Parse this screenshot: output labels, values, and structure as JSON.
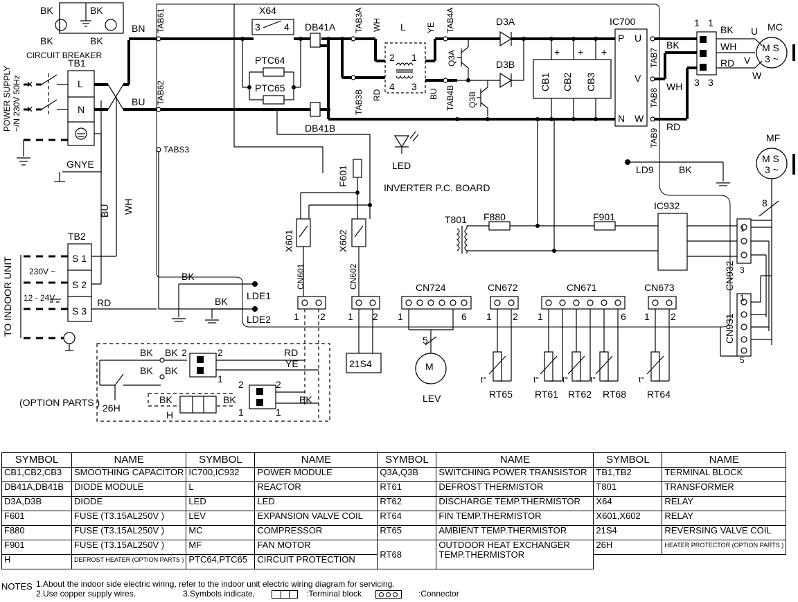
{
  "diagram": {
    "power": {
      "supply_label": "POWER SUPPLY",
      "supply_spec": "~/N 230V 50Hz",
      "breaker_label": "CIRCUIT BREAKER",
      "tb1": "TB1",
      "tb1_l": "L",
      "tb1_n": "N",
      "gnye": "GNYE",
      "bk": "BK",
      "bn": "BN",
      "bu": "BU",
      "wh": "WH"
    },
    "indoor": {
      "label": "TO INDOOR UNIT",
      "tb2": "TB2",
      "s1": "S 1",
      "s2": "S 2",
      "s3": "S 3",
      "v230": "230V ~",
      "v12": "12 - 24V",
      "rd": "RD"
    },
    "board": {
      "title": "INVERTER P.C.  BOARD",
      "tab61": "TAB61",
      "tab62": "TAB62",
      "tabs3": "TABS3",
      "x64": "X64",
      "x64_pin3": "3",
      "x64_pin4": "4",
      "ptc64": "PTC64",
      "ptc65": "PTC65",
      "db41a": "DB41A",
      "db41b": "DB41B",
      "tab3a": "TAB3A",
      "tab3b": "TAB3B",
      "tab4a": "TAB4A",
      "tab4b": "TAB4B",
      "wh": "WH",
      "rd": "RD",
      "ye": "YE",
      "bu": "BU",
      "reactor": "L",
      "pin1": "1",
      "pin2": "2",
      "pin3": "3",
      "pin4": "4",
      "q3a": "Q3A",
      "q3b": "Q3B",
      "d3a": "D3A",
      "d3b": "D3B",
      "cb1": "CB1",
      "cb2": "CB2",
      "cb3": "CB3",
      "plus": "+",
      "ic700": "IC700",
      "p": "P",
      "n": "N",
      "u": "U",
      "v": "V",
      "w": "W",
      "tab7": "TAB7",
      "tab8": "TAB8",
      "tab9": "TAB9",
      "led": "LED",
      "ld9": "LD9",
      "f601": "F601",
      "x601": "X601",
      "x602": "X602",
      "t801": "T801",
      "f880": "F880",
      "f901": "F901",
      "ic932": "IC932",
      "cn601": "CN601",
      "cn602": "CN602",
      "cn724": "CN724",
      "cn672": "CN672",
      "cn671": "CN671",
      "cn673": "CN673",
      "cn931": "CN931",
      "cn932": "CN932",
      "lde1": "LDE1",
      "lde2": "LDE2",
      "n1": "1",
      "n2": "2",
      "n3": "3",
      "n5": "5",
      "n6": "6",
      "n8": "8"
    },
    "motors": {
      "mc": "MC",
      "mf": "MF",
      "ms": "M S",
      "phase": "3 ~",
      "bk": "BK",
      "wh": "WH",
      "rd": "RD",
      "u": "U",
      "v": "V",
      "w": "W",
      "one": "1",
      "three": "3"
    },
    "parts": {
      "s21s4": "21S4",
      "lev": "LEV",
      "m": "M",
      "rt65": "RT65",
      "rt61": "RT61",
      "rt62": "RT62",
      "rt68": "RT68",
      "rt64": "RT64",
      "t": "t°"
    },
    "option": {
      "label": "(OPTION PARTS )",
      "h26": "26H",
      "h": "H",
      "bk": "BK",
      "rd": "RD",
      "ye": "YE",
      "one": "1",
      "two": "2"
    }
  },
  "legend": {
    "headers": [
      "SYMBOL",
      "NAME",
      "SYMBOL",
      "NAME",
      "SYMBOL",
      "NAME",
      "SYMBOL",
      "NAME"
    ],
    "rows": [
      [
        "CB1,CB2,CB3",
        "SMOOTHING  CAPACITOR",
        "IC700,IC932",
        "POWER  MODULE",
        "Q3A,Q3B",
        "SWITCHING  POWER  TRANSISTOR",
        "TB1,TB2",
        "TERMINAL  BLOCK"
      ],
      [
        "DB41A,DB41B",
        "DIODE  MODULE",
        "L",
        "REACTOR",
        "RT61",
        "DEFROST  THERMISTOR",
        "T801",
        "TRANSFORMER"
      ],
      [
        "D3A,D3B",
        "DIODE",
        "LED",
        "LED",
        "RT62",
        "DISCHARGE  TEMP.THERMISTOR",
        "X64",
        "RELAY"
      ],
      [
        "F601",
        "FUSE  (T3.15AL250V    )",
        "LEV",
        "EXPANSION  VALVE  COIL",
        "RT64",
        "FIN  TEMP.THERMISTOR",
        "X601,X602",
        "RELAY"
      ],
      [
        "F880",
        "FUSE  (T3.15AL250V    )",
        "MC",
        "COMPRESSOR",
        "RT65",
        "AMBIENT  TEMP.THERMISTOR",
        "21S4",
        "REVERSING  VALVE  COIL"
      ],
      [
        "F901",
        "FUSE  (T3.15AL250V    )",
        "MF",
        "FAN  MOTOR",
        "RT68",
        "OUTDOOR  HEAT  EXCHANGER TEMP.THERMISTOR",
        "26H",
        "HEATER PROTECTOR (OPTION  PARTS )"
      ],
      [
        "H",
        "DEFROST  HEATER (OPTION  PARTS )",
        "PTC64,PTC65",
        "CIRCUIT  PROTECTION"
      ]
    ]
  },
  "notes": {
    "label": "NOTES",
    "note1": "1.About    the   indoor   side   electric    wiring,    refer    to    the    indoor   unit    electric    wiring    diagram    for    servicing.",
    "note2": "2.Use    copper    supply    wires.",
    "note3": "3.Symbols    indicate,",
    "note3_tb": ":Terminal   block",
    "note3_cn": ":Connector"
  }
}
